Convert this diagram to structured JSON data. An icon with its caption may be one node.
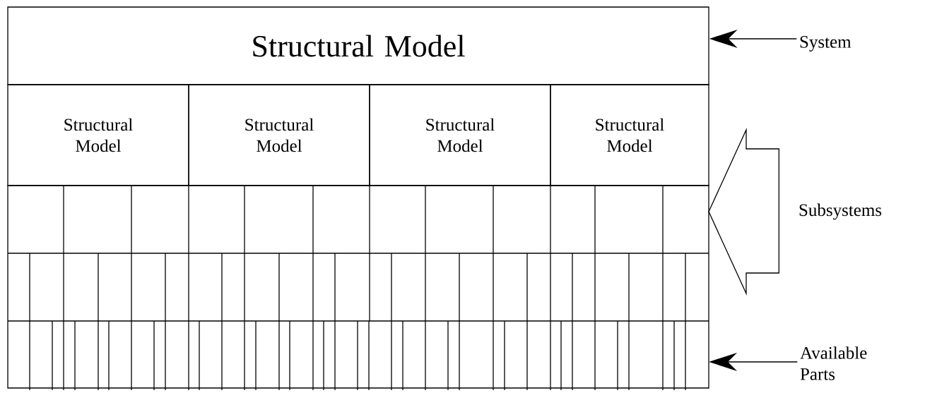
{
  "diagram": {
    "nodes": [
      {
        "text": [
          "Structural Model"
        ]
      },
      {
        "text": [
          "Structural Model"
        ]
      },
      {
        "text": [
          "Structural Model"
        ]
      },
      {
        "text": [
          "Structural Model"
        ]
      },
      {
        "text": [
          "Structural Model"
        ]
      },
      {
        "text": [
          "System"
        ]
      },
      {
        "text": [
          "Subsystems"
        ]
      },
      {
        "text": [
          "Available Parts"
        ]
      }
    ],
    "edges": [
      {
        "from": 5,
        "to": 0,
        "arrow": "to"
      },
      {
        "from": 6,
        "to": null,
        "arrow": "to"
      },
      {
        "from": 7,
        "to": null,
        "arrow": "to"
      }
    ]
  }
}
